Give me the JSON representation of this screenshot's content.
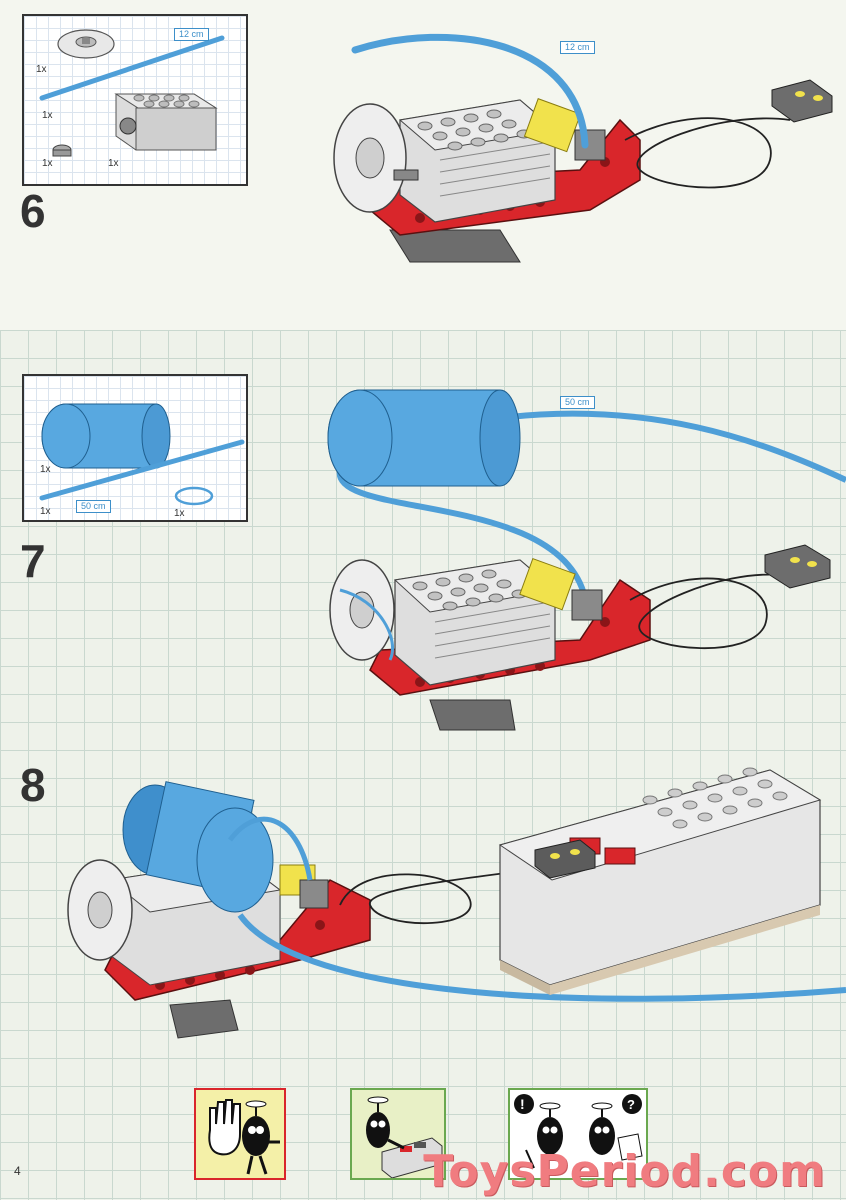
{
  "page": {
    "number": "4",
    "watermark": "ToysPeriod.com"
  },
  "steps": [
    {
      "number": "6",
      "parts": [
        {
          "name": "pulley-wheel",
          "qty": "1x"
        },
        {
          "name": "blue-tube",
          "qty": "1x",
          "length": "12 cm"
        },
        {
          "name": "connector-bush",
          "qty": "1x"
        },
        {
          "name": "motor-brick",
          "qty": "1x"
        }
      ],
      "assembly_tube_length": "12 cm"
    },
    {
      "number": "7",
      "parts": [
        {
          "name": "air-tank",
          "qty": "1x"
        },
        {
          "name": "blue-tube",
          "qty": "1x",
          "length": "50 cm"
        },
        {
          "name": "rubber-band",
          "qty": "1x"
        }
      ],
      "assembly_tube_length": "50 cm"
    },
    {
      "number": "8",
      "parts": []
    }
  ],
  "colors": {
    "lego_red": "#d9262b",
    "lego_gray": "#c9c9c9",
    "dark_gray": "#6d6d6d",
    "tube_blue": "#4f9fd8",
    "tank_blue": "#58a8e0",
    "yellow": "#f1e24c",
    "grid_line": "#c9d8cf"
  },
  "footer_panels": [
    {
      "name": "stop-hand-character"
    },
    {
      "name": "character-with-battery-box"
    },
    {
      "name": "characters-with-exclamation-and-question"
    }
  ]
}
